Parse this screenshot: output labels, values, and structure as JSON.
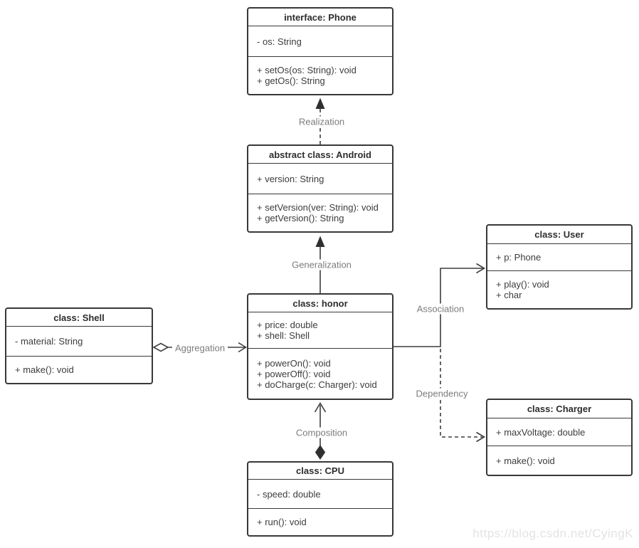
{
  "classes": {
    "phone": {
      "title": "interface: Phone",
      "attributes": [
        "- os: String"
      ],
      "methods": [
        "+ setOs(os: String): void",
        "+ getOs(): String"
      ]
    },
    "android": {
      "title": "abstract class: Android",
      "attributes": [
        "+ version: String"
      ],
      "methods": [
        "+ setVersion(ver: String): void",
        "+ getVersion(): String"
      ]
    },
    "honor": {
      "title": "class: honor",
      "attributes": [
        "+ price: double",
        "+ shell: Shell"
      ],
      "methods": [
        "+ powerOn(): void",
        "+ powerOff(): void",
        "+ doCharge(c: Charger): void"
      ]
    },
    "shell": {
      "title": "class: Shell",
      "attributes": [
        "- material: String"
      ],
      "methods": [
        "+ make(): void"
      ]
    },
    "user": {
      "title": "class: User",
      "attributes": [
        "+ p: Phone"
      ],
      "methods": [
        "+ play(): void",
        "+ char"
      ]
    },
    "charger": {
      "title": "class: Charger",
      "attributes": [
        "+ maxVoltage: double"
      ],
      "methods": [
        "+ make(): void"
      ]
    },
    "cpu": {
      "title": "class: CPU",
      "attributes": [
        "- speed: double"
      ],
      "methods": [
        "+ run(): void"
      ]
    }
  },
  "relations": {
    "realization": {
      "label": "Realization",
      "from": "abstract class: Android",
      "to": "interface: Phone"
    },
    "generalization": {
      "label": "Generalization",
      "from": "class: honor",
      "to": "abstract class: Android"
    },
    "aggregation": {
      "label": "Aggregation",
      "from": "class: Shell",
      "to": "class: honor"
    },
    "association": {
      "label": "Association",
      "from": "class: honor",
      "to": "class: User"
    },
    "dependency": {
      "label": "Dependency",
      "from": "class: honor",
      "to": "class: Charger"
    },
    "composition": {
      "label": "Composition",
      "from": "class: CPU",
      "to": "class: honor"
    }
  },
  "watermark": "https://blog.csdn.net/CyingK",
  "colors": {
    "line": "#3d3d3d",
    "box_border": "#383838",
    "title_text": "#2d2d2d",
    "body_text": "#3c3c3c",
    "relation_label": "#7c7c7c",
    "watermark": "#e3e3e3",
    "background": "#ffffff"
  }
}
